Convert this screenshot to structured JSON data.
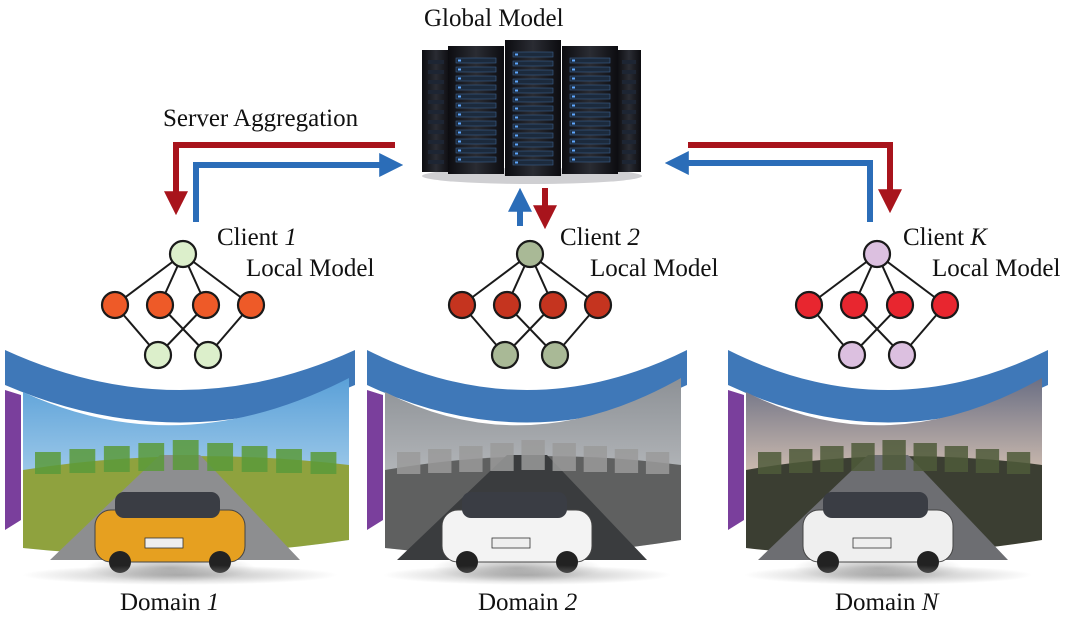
{
  "title": "Global Model",
  "server_label": "Server Aggregation",
  "colors": {
    "upload_arrow": "#2b6db8",
    "download_arrow": "#a8141c",
    "sky_band": "#3f78b8",
    "node_stroke": "#1a1a1a"
  },
  "icons": {
    "server": "server-rack-icon",
    "network": "neural-network-icon",
    "car": "car-icon"
  },
  "clients": [
    {
      "client_word": "Client",
      "client_id": "1",
      "local_label": "Local Model",
      "domain_word": "Domain",
      "domain_id": "1",
      "hidden_color": "#ee5a28",
      "io_color": "#dcefcb",
      "scene": "farm-road"
    },
    {
      "client_word": "Client",
      "client_id": "2",
      "local_label": "Local Model",
      "domain_word": "Domain",
      "domain_id": "2",
      "hidden_color": "#c5341f",
      "io_color": "#a9b996",
      "scene": "rainy-town"
    },
    {
      "client_word": "Client",
      "client_id": "K",
      "local_label": "Local Model",
      "domain_word": "Domain",
      "domain_id": "N",
      "hidden_color": "#e8262f",
      "io_color": "#dcc0e0",
      "scene": "sunset-highway"
    }
  ]
}
